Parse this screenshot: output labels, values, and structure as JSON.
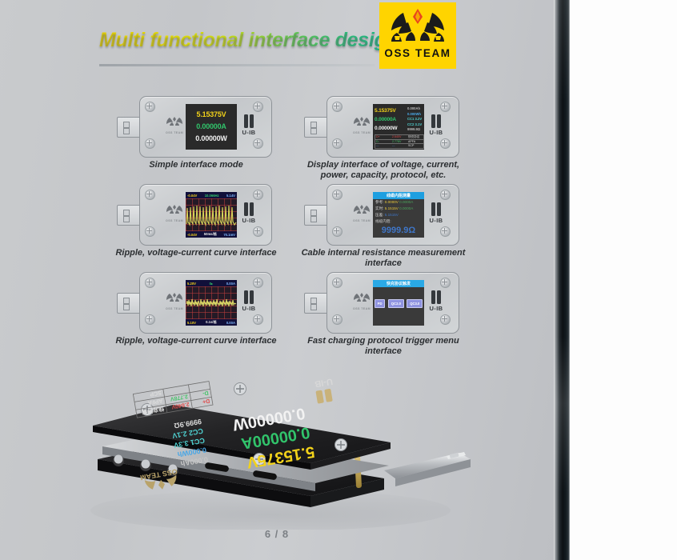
{
  "header": {
    "title": "Multi functional interface design",
    "logo_label": "OSS TEAM",
    "logo_icon": "oss-team-panther-logo"
  },
  "page_number": "6 / 8",
  "devices": [
    {
      "id": "simple-interface",
      "caption": "Simple interface mode",
      "brand": "OSS TEAM",
      "port_label": "U-IB",
      "screen": {
        "type": "simple",
        "voltage": "5.15375V",
        "current": "0.00000A",
        "power": "0.00000W"
      }
    },
    {
      "id": "full-display",
      "caption": "Display interface of voltage, current, power, capacity, protocol, etc.",
      "brand": "OSS TEAM",
      "port_label": "U-IB",
      "screen": {
        "type": "full",
        "voltage": "5.15375V",
        "current": "0.00000A",
        "power": "0.00000W",
        "capacity_ah": "0.000Ah",
        "capacity_wh": "0.000Wh",
        "cc1": "CC1 3.2V",
        "cc2": "CC2 3.1V",
        "resistance": "9999.9Ω",
        "table": {
          "col1": [
            "D+",
            "D-",
            "---"
          ],
          "col2": [
            "2.640V",
            "2.778V",
            "---"
          ],
          "col3": [
            "快充协议",
            "APFA",
            "SCP"
          ]
        }
      }
    },
    {
      "id": "ripple-curve-1",
      "caption": "Ripple, voltage-current curve interface",
      "brand": "OSS TEAM",
      "port_label": "U-IB",
      "screen": {
        "type": "scope",
        "top_left": "-0.04V",
        "top_mid": "10.066Hz",
        "top_right": "5.14V",
        "bottom_left": "-0.04V",
        "bottom_mid": "50ms/格",
        "bottom_right": "70.1mV",
        "trace_color": "#d8d45a",
        "waveform": "sawtooth-ripple"
      }
    },
    {
      "id": "cable-resistance",
      "caption": "Cable internal resistance measurement interface",
      "brand": "OSS TEAM",
      "port_label": "U-IB",
      "screen": {
        "type": "resistance",
        "title": "线缆内阻测量",
        "ref_label": "参考:",
        "ref_v": "0.0000V",
        "ref_a": "0.0000A",
        "live_label": "实时:",
        "live_v": "5.1515V",
        "live_a": "0.0000A",
        "drop_label": "压差:",
        "drop_v": "5.1515V",
        "res_label": "线缆内阻:",
        "res_value": "9999.9Ω"
      }
    },
    {
      "id": "ripple-curve-2",
      "caption": "Ripple, voltage-current curve interface",
      "brand": "OSS TEAM",
      "port_label": "U-IB",
      "screen": {
        "type": "scope",
        "top_left": "5.20V",
        "top_mid": "0▸",
        "top_right": "0.00A",
        "bottom_left": "5.10V",
        "bottom_mid": "0.1s/格",
        "bottom_right": "0.00A",
        "trace_color": "#e6e26a",
        "waveform": "noise-ripple"
      }
    },
    {
      "id": "protocol-menu",
      "caption": "Fast charging protocol trigger menu interface",
      "brand": "OSS TEAM",
      "port_label": "U-IB",
      "screen": {
        "type": "menu",
        "title": "快充协议触发",
        "buttons": [
          "PD",
          "QC2.0",
          "QC3.0"
        ]
      }
    }
  ],
  "product_photo": {
    "brand": "OSS TEAM",
    "port_label": "U-IB",
    "screen": {
      "voltage": "5.15375V",
      "current": "0.00000A",
      "power": "0.00000W",
      "capacity_ah": "0.000Ah",
      "capacity_wh": "0.000Wh",
      "cc1": "CC1 3.3V",
      "cc2": "CC2 2.1V",
      "resistance": "9999.9Ω",
      "dplus": "2.640V",
      "dminus": "2.778V",
      "protocol_header": "快充协议",
      "protocol_1": "APFA",
      "protocol_2": "SCP"
    }
  },
  "colors": {
    "accent_yellow": "#ffd400",
    "voltage_yellow": "#f2d21a",
    "current_green": "#31c46b",
    "power_white": "#f2f2f2",
    "title_blue": "#1e9fe0",
    "page_bg": "#c7c9cc"
  }
}
